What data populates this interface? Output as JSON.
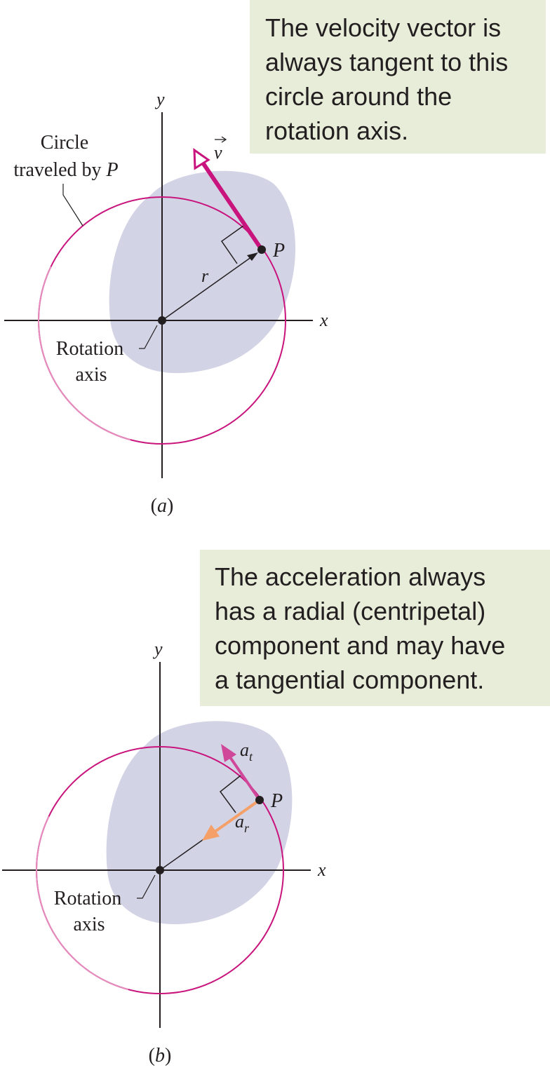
{
  "panel_a": {
    "callout_lines": [
      "The velocity vector is",
      "always tangent to this",
      "circle around the",
      "rotation axis."
    ],
    "x_axis_label": "x",
    "y_axis_label": "y",
    "circle_label_line1": "Circle",
    "circle_label_line2": "traveled by ",
    "circle_label_var": "P",
    "radius_label": "r",
    "velocity_label": "v",
    "point_label": "P",
    "axis_label_line1": "Rotation",
    "axis_label_line2": "axis",
    "caption": "(a)"
  },
  "panel_b": {
    "callout_lines": [
      "The acceleration always",
      "has a radial (centripetal)",
      "component and may have",
      "a tangential component."
    ],
    "x_axis_label": "x",
    "y_axis_label": "y",
    "tangential_label": "a",
    "tangential_sub": "t",
    "radial_label": "a",
    "radial_sub": "r",
    "point_label": "P",
    "axis_label_line1": "Rotation",
    "axis_label_line2": "axis",
    "caption": "(b)"
  },
  "colors": {
    "callout_bg": "#e8edd9",
    "body_fill": "#d3d3e6",
    "circle": "#c8147c",
    "velocity_arrow": "#c8147c",
    "tangential_arrow": "#d0479a",
    "radial_arrow": "#f4a068",
    "axes": "#231f20"
  }
}
